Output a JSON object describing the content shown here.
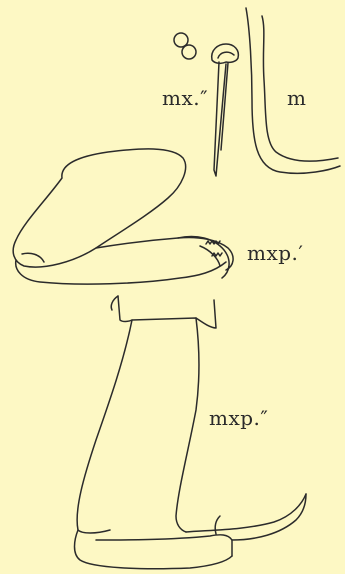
{
  "labels": {
    "mx2": "mx.″",
    "m": "m",
    "mxp1": "mxp.′",
    "mxp2": "mxp.″"
  },
  "colors": {
    "background": "#fdf8c4",
    "ink": "#2b2b2b"
  }
}
